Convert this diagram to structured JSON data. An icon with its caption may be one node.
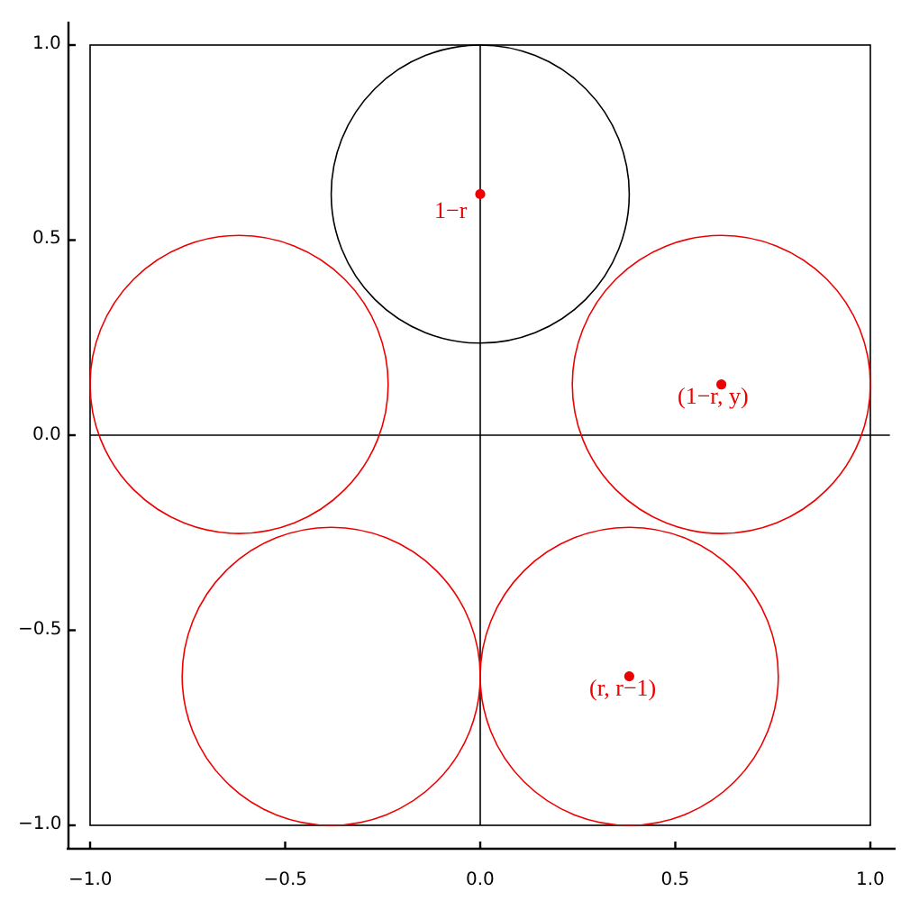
{
  "diagram": {
    "labels": [
      "1.0",
      "1−r",
      "0.5",
      "(1−r, y)",
      "0.0",
      "−0.5",
      "(r, r−1)",
      "−1.0",
      "−1.0",
      "−0.5",
      "0.0",
      "0.5",
      "1.0"
    ]
  }
}
